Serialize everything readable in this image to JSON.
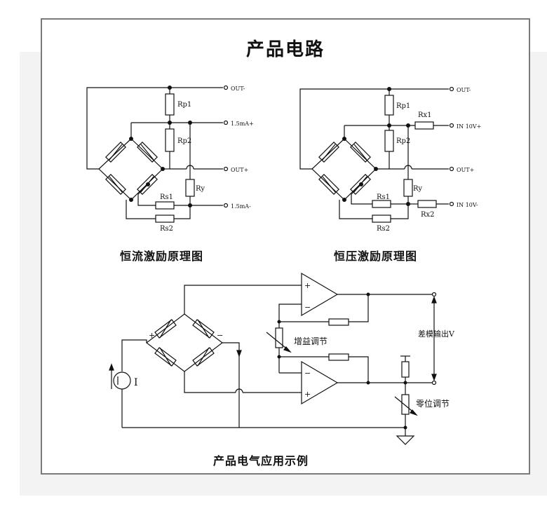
{
  "title": "产品电路",
  "diagrams": {
    "constant_current": {
      "caption": "恒流激励原理图",
      "labels": {
        "rp1": "Rp1",
        "rp2": "Rp2",
        "ry": "Ry",
        "rs1": "Rs1",
        "rs2": "Rs2",
        "out_minus": "OUT-",
        "in_plus": "1.5mA+",
        "out_plus": "OUT+",
        "in_minus": "1.5mA-"
      }
    },
    "constant_voltage": {
      "caption": "恒压激励原理图",
      "labels": {
        "rp1": "Rp1",
        "rp2": "Rp2",
        "rx1": "Rx1",
        "rx2": "Rx2",
        "ry": "Ry",
        "rs1": "Rs1",
        "rs2": "Rs2",
        "out_minus": "OUT-",
        "in_plus": "IN 10V+",
        "out_plus": "OUT+",
        "in_minus": "IN 10V-"
      }
    },
    "application": {
      "caption": "产品电气应用示例",
      "labels": {
        "plus": "+",
        "minus": "−",
        "current": "I",
        "gain": "增益调节",
        "zero": "零位调节",
        "output": "差模输出V",
        "op_plus": "+",
        "op_minus": "−"
      }
    }
  },
  "colors": {
    "line": "#111111",
    "frame": "#7a7a7a",
    "band": "#f3f3f3"
  }
}
